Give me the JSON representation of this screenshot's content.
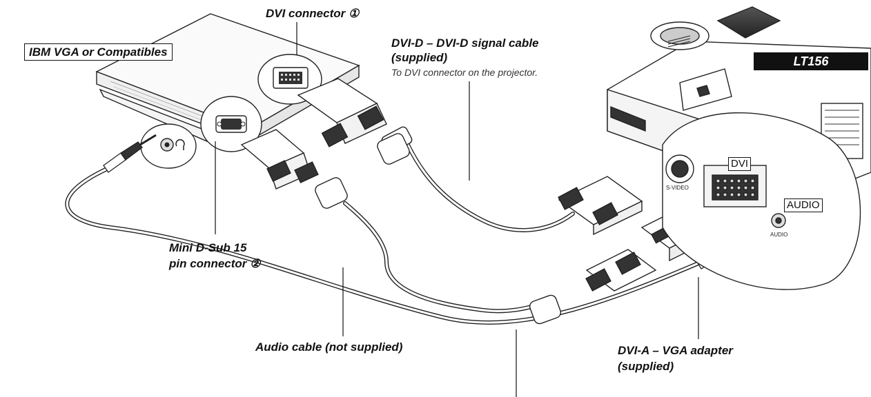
{
  "labels": {
    "computer": "IBM VGA or Compatibles",
    "dvi_connector": "DVI connector ①",
    "dvi_cable_line1": "DVI-D – DVI-D signal cable",
    "dvi_cable_line2": "(supplied)",
    "dvi_cable_note": "To DVI connector on the projector.",
    "model": "LT156",
    "minidsub_line1": "Mini D-Sub 15",
    "minidsub_line2": "pin connector ②",
    "audio_cable": "Audio cable (not supplied)",
    "adapter_line1": "DVI-A – VGA adapter",
    "adapter_line2": "(supplied)"
  },
  "projector_panel": {
    "dvi": "DVI",
    "audio": "AUDIO",
    "svideo": "S-VIDEO",
    "audio_small": "AUDIO"
  },
  "icons": {
    "laptop": "laptop-illustration",
    "projector": "projector-illustration",
    "headphone_jack": "headphone-jack-icon",
    "dvi_port": "dvi-port-icon",
    "vga_port": "vga-port-icon"
  }
}
